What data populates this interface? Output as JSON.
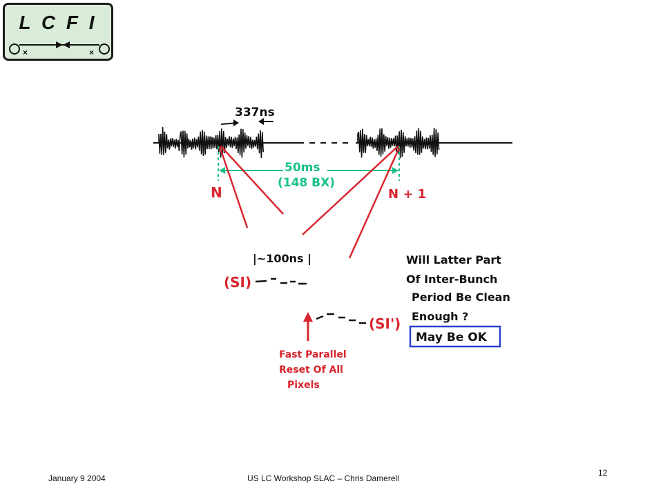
{
  "logo": {
    "text": "L C F I"
  },
  "diagram": {
    "spacing_label": "337ns",
    "gap_label_1": "50ms",
    "gap_label_2": "(148 BX)",
    "train_n": "N",
    "train_n1": "N + 1",
    "window_label": "|~100ns |",
    "si_label": "(SI)",
    "si_prime_label": "(SI')",
    "reset_note": [
      "Fast Parallel",
      "Reset Of All",
      "Pixels"
    ],
    "question": [
      "Will Latter Part",
      "Of Inter-Bunch",
      "Period Be Clean",
      "Enough ?"
    ],
    "answer_box": "May Be OK"
  },
  "colors": {
    "red": "#d8262e",
    "green": "#18c08a",
    "blue": "#2a3fd0",
    "ink": "#111111"
  },
  "footer": {
    "date": "January 9 2004",
    "title": "US LC Workshop SLAC – Chris Damerell",
    "page": "12"
  }
}
